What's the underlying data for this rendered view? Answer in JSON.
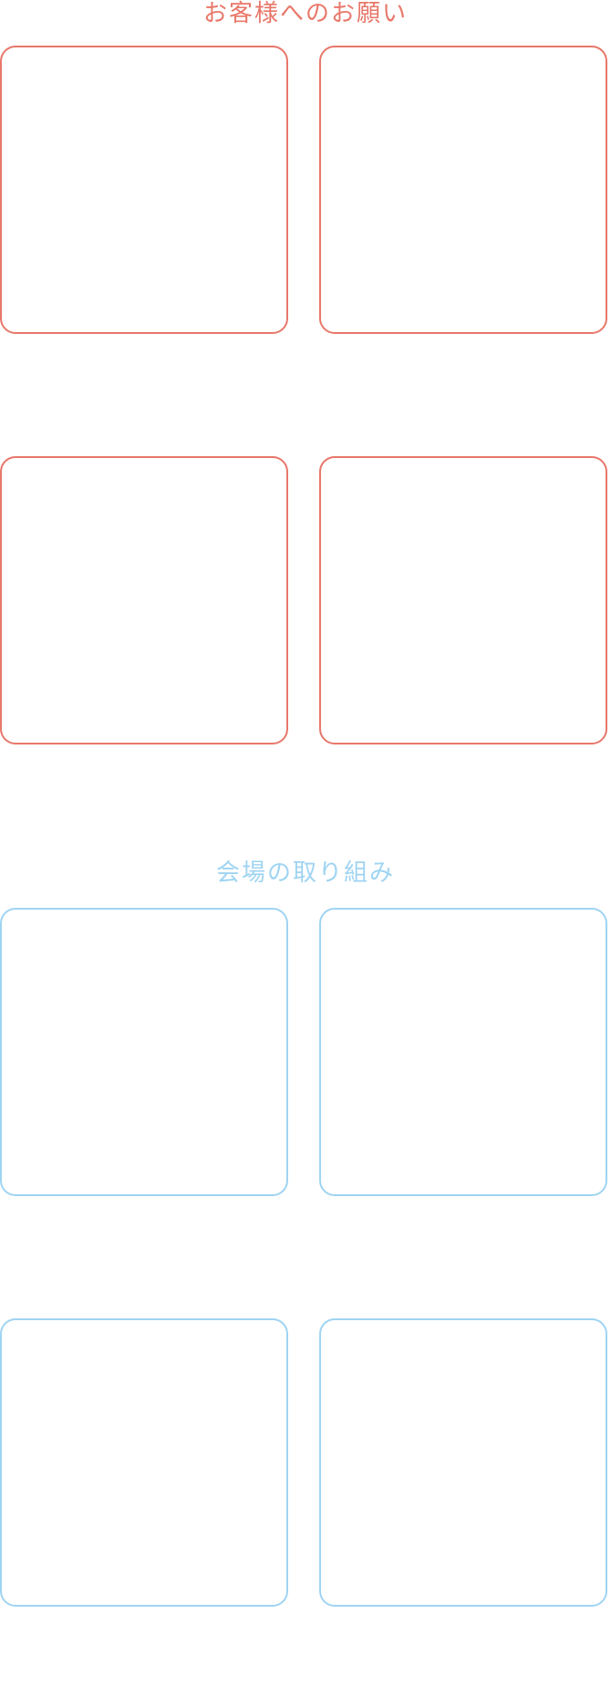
{
  "colors": {
    "requests_accent": "#e8776a",
    "efforts_accent": "#9fd4f2"
  },
  "sections": {
    "requests": {
      "title": "お客様へのお願い",
      "card_count": 4
    },
    "efforts": {
      "title": "会場の取り組み",
      "card_count": 4
    }
  }
}
